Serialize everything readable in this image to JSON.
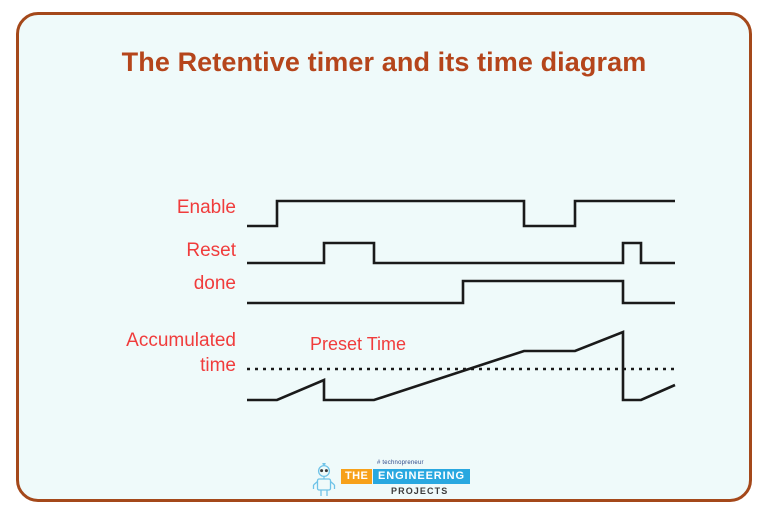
{
  "card": {
    "background": "#effafa",
    "border_color": "#a4481a"
  },
  "title": "The Retentive timer and its time diagram",
  "title_color": "#b5451b",
  "label_color": "#f03c3c",
  "wave_color": "#1a1a1a",
  "labels": {
    "enable": "Enable",
    "reset": "Reset",
    "done": "done",
    "accumulated_line1": "Accumulated",
    "accumulated_line2": "time",
    "preset": "Preset Time"
  },
  "chart_data": {
    "type": "line",
    "title": "The Retentive timer and its time diagram",
    "xlabel": "",
    "ylabel": "",
    "x_axis_start": 228,
    "x_axis_end": 656,
    "grid": false,
    "legend_position": "left-labels",
    "preset_line": {
      "label": "Preset Time",
      "style": "dotted",
      "y": 354,
      "x_start": 228,
      "x_end": 656
    },
    "series": [
      {
        "name": "Enable",
        "type": "digital",
        "high_y": 186,
        "low_y": 211,
        "points": [
          [
            228,
            0
          ],
          [
            258,
            0
          ],
          [
            258,
            1
          ],
          [
            505,
            1
          ],
          [
            505,
            0
          ],
          [
            556,
            0
          ],
          [
            556,
            1
          ],
          [
            656,
            1
          ]
        ]
      },
      {
        "name": "Reset",
        "type": "digital",
        "high_y": 228,
        "low_y": 248,
        "points": [
          [
            228,
            0
          ],
          [
            305,
            0
          ],
          [
            305,
            1
          ],
          [
            355,
            1
          ],
          [
            355,
            0
          ],
          [
            604,
            0
          ],
          [
            604,
            1
          ],
          [
            622,
            1
          ],
          [
            622,
            0
          ],
          [
            656,
            0
          ]
        ]
      },
      {
        "name": "done",
        "type": "digital",
        "high_y": 266,
        "low_y": 288,
        "points": [
          [
            228,
            0
          ],
          [
            444,
            0
          ],
          [
            444,
            1
          ],
          [
            604,
            1
          ],
          [
            604,
            0
          ],
          [
            656,
            0
          ]
        ]
      },
      {
        "name": "Accumulated time",
        "type": "analog",
        "points": [
          [
            228,
            385
          ],
          [
            258,
            385
          ],
          [
            305,
            365
          ],
          [
            305,
            385
          ],
          [
            355,
            385
          ],
          [
            505,
            336
          ],
          [
            556,
            336
          ],
          [
            604,
            317
          ],
          [
            604,
            385
          ],
          [
            622,
            385
          ],
          [
            656,
            370
          ]
        ]
      }
    ]
  },
  "logo": {
    "tagline": "# technopreneur",
    "word_the": "THE",
    "word_engineering": "ENGINEERING",
    "word_projects": "PROJECTS",
    "the_color": "#f7a11a",
    "engineering_color": "#29a8e0",
    "robot_icon": "robot-icon"
  }
}
